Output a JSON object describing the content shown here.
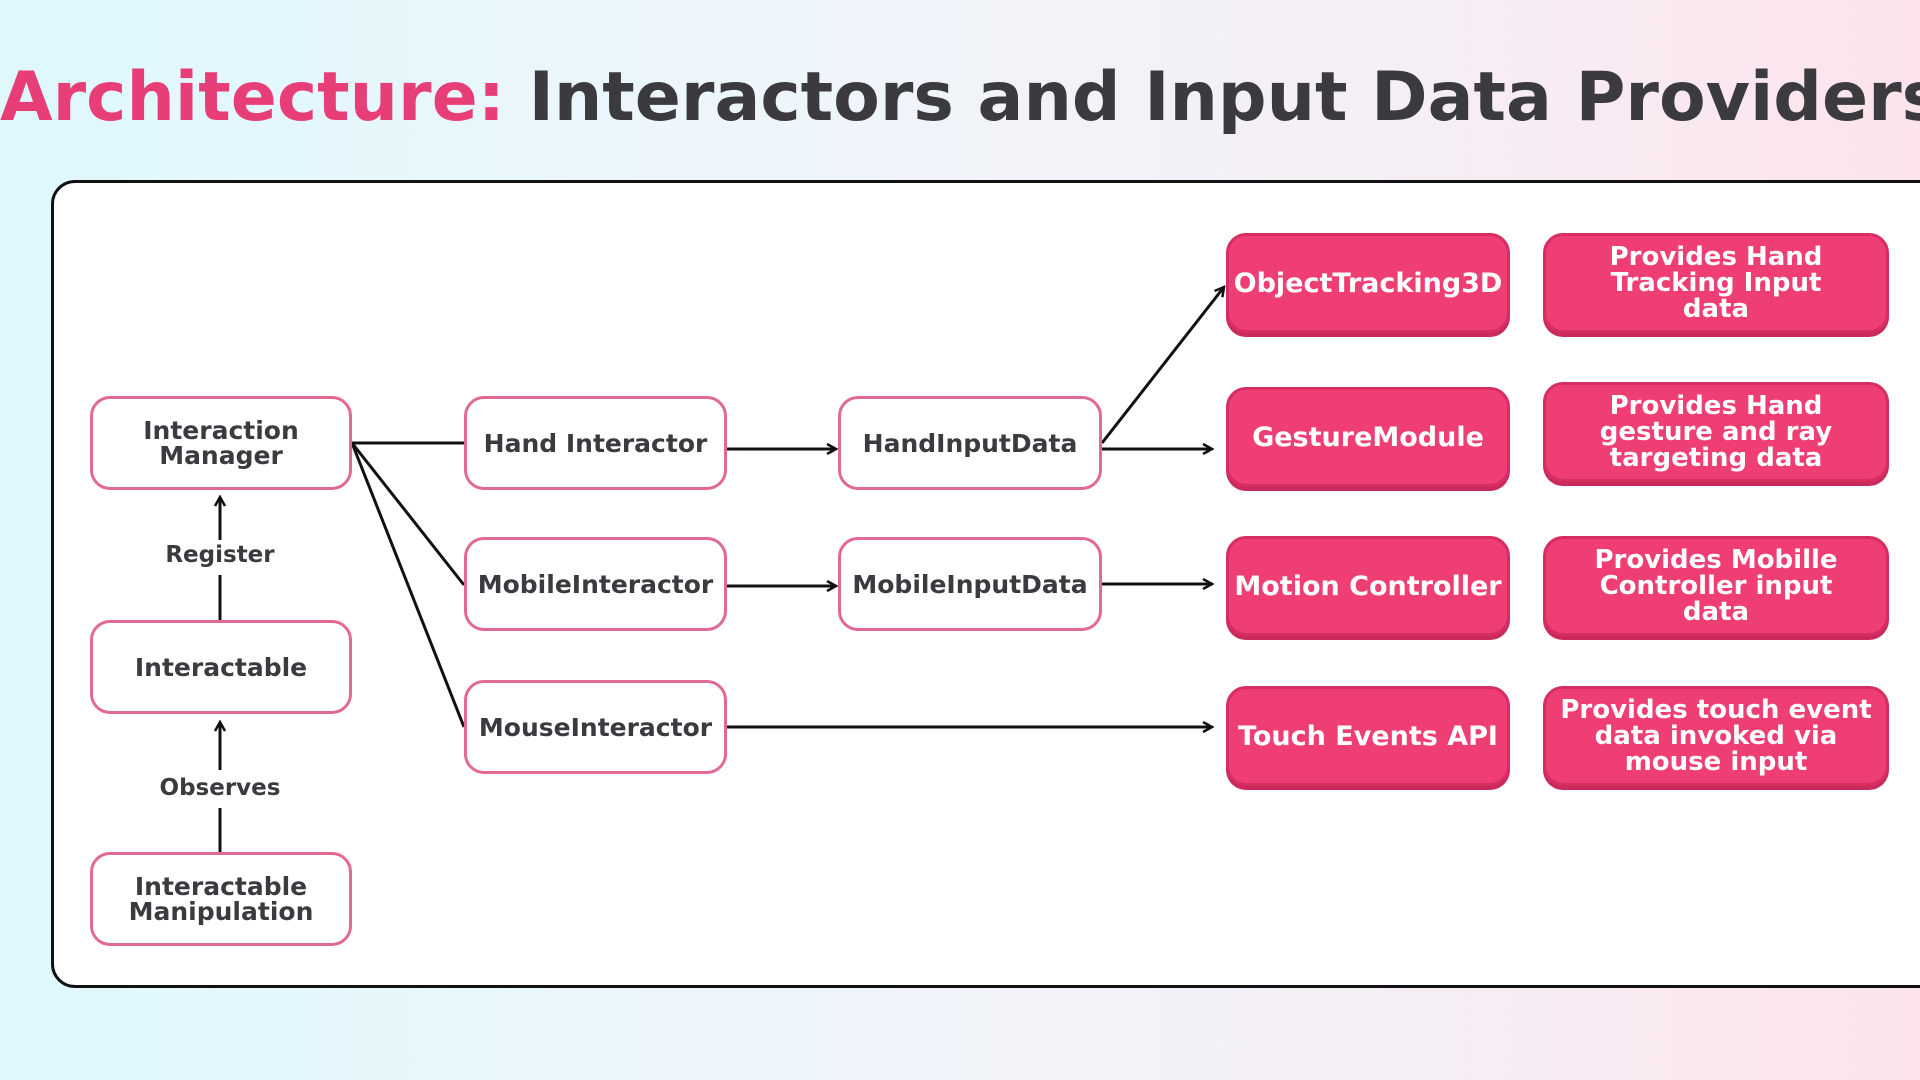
{
  "title": {
    "accent": "Architecture:",
    "rest": "Interactors and Input Data Providers"
  },
  "diagram": {
    "nodes": {
      "interaction_manager": "Interaction Manager",
      "interactable": "Interactable",
      "interactable_manipulation": "Interactable Manipulation",
      "hand_interactor": "Hand Interactor",
      "mobile_interactor": "MobileInteractor",
      "mouse_interactor": "MouseInteractor",
      "hand_input_data": "HandInputData",
      "mobile_input_data": "MobileInputData",
      "object_tracking_3d": "ObjectTracking3D",
      "gesture_module": "GestureModule",
      "motion_controller": "Motion Controller",
      "touch_events_api": "Touch Events API"
    },
    "descriptions": {
      "object_tracking_3d": "Provides Hand Tracking Input data",
      "gesture_module": "Provides Hand gesture and ray targeting data",
      "motion_controller": "Provides Mobille Controller input data",
      "touch_events_api": "Provides touch event data invoked via mouse input"
    },
    "edge_labels": {
      "register": "Register",
      "observes": "Observes"
    },
    "colors": {
      "accent": "#e83e78",
      "outline_border": "#e06a94",
      "filled": "#ef3e74",
      "text": "#3b3b3f"
    }
  }
}
